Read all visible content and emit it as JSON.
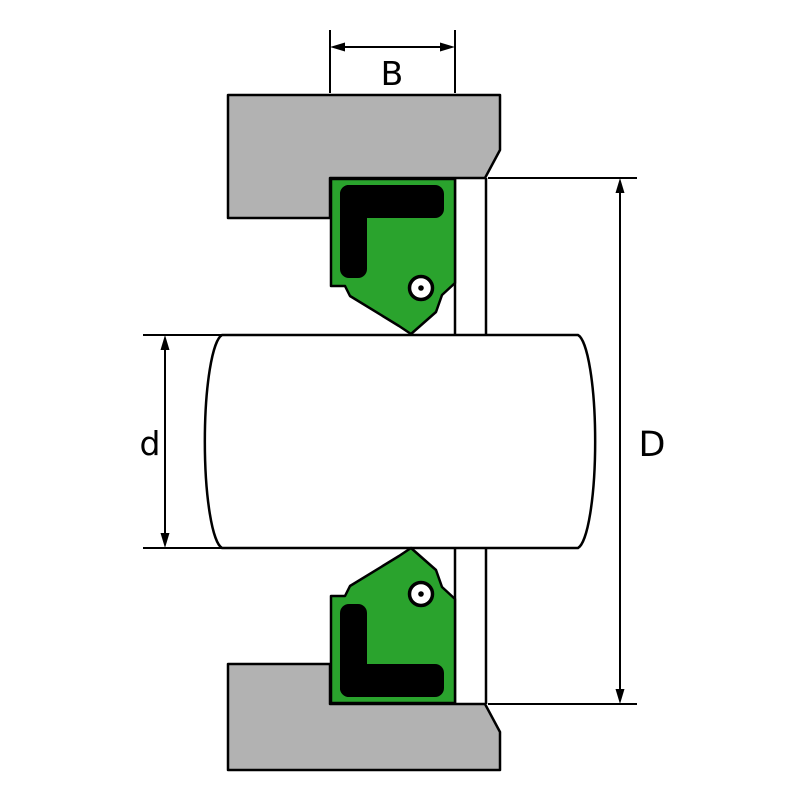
{
  "diagram": {
    "dimension_labels": {
      "seal_width": "B",
      "shaft_diameter": "d",
      "bore_diameter": "D"
    },
    "colors": {
      "housing": "#b2b2b2",
      "seal": "#2aa32d",
      "metal_insert": "#000000",
      "shaft": "#ffffff",
      "spring": "#ffffff",
      "outline": "#000000",
      "background": "#ffffff"
    }
  }
}
